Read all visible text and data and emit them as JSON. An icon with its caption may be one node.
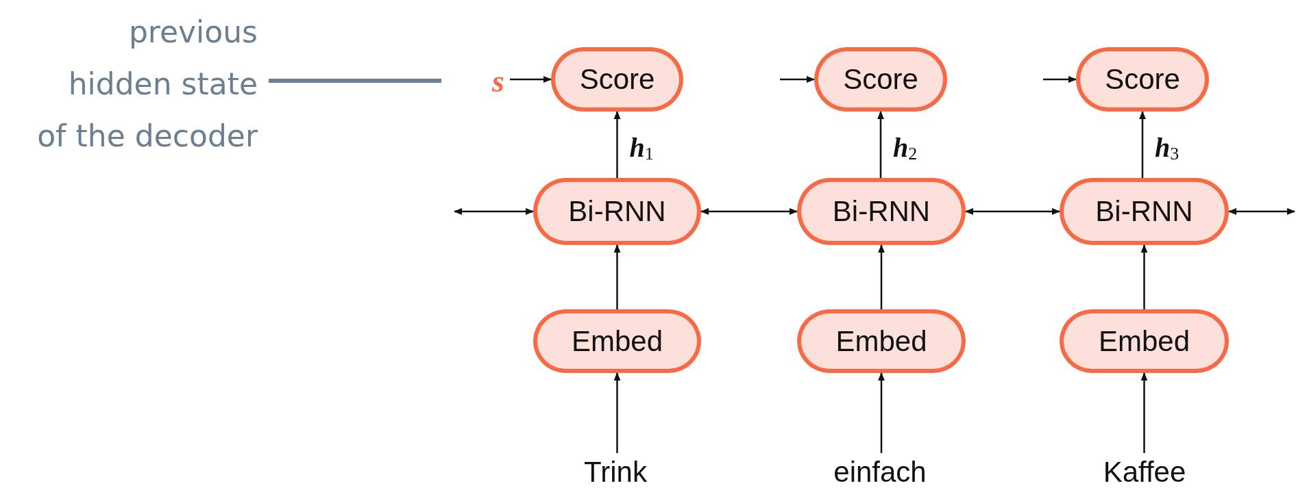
{
  "diagram": {
    "nodes": [
      {
        "text": [
          "previous hidden state of the decoder"
        ]
      },
      {
        "text": [
          "s"
        ]
      },
      {
        "text": [
          "Score"
        ]
      },
      {
        "text": [
          "Score"
        ]
      },
      {
        "text": [
          "Score"
        ]
      },
      {
        "text": [
          "Bi-RNN"
        ]
      },
      {
        "text": [
          "Bi-RNN"
        ]
      },
      {
        "text": [
          "Bi-RNN"
        ]
      },
      {
        "text": [
          "Embed"
        ]
      },
      {
        "text": [
          "Embed"
        ]
      },
      {
        "text": [
          "Embed"
        ]
      },
      {
        "text": [
          "Trink"
        ]
      },
      {
        "text": [
          "einfach"
        ]
      },
      {
        "text": [
          "Kaffee"
        ]
      }
    ],
    "edges": [
      {
        "from": 0,
        "to": 1,
        "arrow": "none",
        "style": "thick",
        "color": "#6b7f91"
      },
      {
        "from": 1,
        "to": 2,
        "arrow": "to"
      },
      {
        "from": null,
        "to": 3,
        "arrow": "to"
      },
      {
        "from": null,
        "to": 4,
        "arrow": "to"
      },
      {
        "from": 5,
        "to": 2,
        "arrow": "to",
        "label": "**h**$_{1}$"
      },
      {
        "from": 6,
        "to": 3,
        "arrow": "to",
        "label": "**h**$_{2}$"
      },
      {
        "from": 7,
        "to": 4,
        "arrow": "to",
        "label": "**h**$_{3}$"
      },
      {
        "from": null,
        "to": 5,
        "arrow": "both"
      },
      {
        "from": 5,
        "to": 6,
        "arrow": "both"
      },
      {
        "from": 6,
        "to": 7,
        "arrow": "both"
      },
      {
        "from": 7,
        "to": null,
        "arrow": "both"
      },
      {
        "from": 8,
        "to": 5,
        "arrow": "to"
      },
      {
        "from": 9,
        "to": 6,
        "arrow": "to"
      },
      {
        "from": 10,
        "to": 7,
        "arrow": "to"
      },
      {
        "from": 11,
        "to": 8,
        "arrow": "to"
      },
      {
        "from": 12,
        "to": 9,
        "arrow": "to"
      },
      {
        "from": 13,
        "to": 10,
        "arrow": "to"
      }
    ]
  }
}
